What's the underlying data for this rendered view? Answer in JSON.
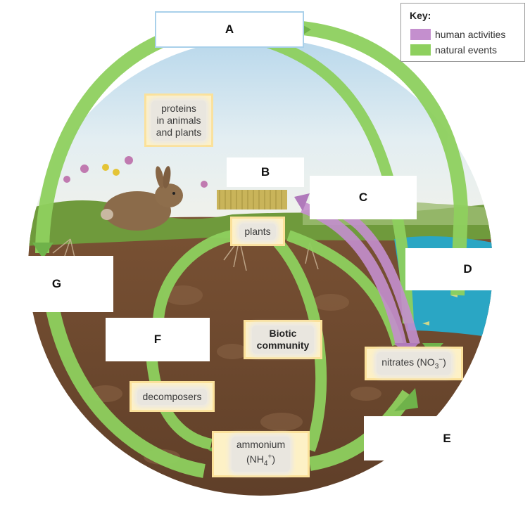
{
  "key": {
    "title": "Key:",
    "items": [
      {
        "label": "human activities",
        "color": "#c48fce"
      },
      {
        "label": "natural events",
        "color": "#8ed05e"
      }
    ]
  },
  "blanks": {
    "a": "A",
    "b": "B",
    "c": "C",
    "d": "D",
    "e": "E",
    "f": "F",
    "g": "G"
  },
  "labels": {
    "proteins": [
      "proteins",
      "in animals",
      "and plants"
    ],
    "plants": "plants",
    "biotic": [
      "Biotic",
      "community"
    ],
    "decomposers": "decomposers",
    "ammonium": {
      "line1": "ammonium",
      "line2": "(NH",
      "sub": "4",
      "sup": "+",
      "close": ")"
    },
    "nitrates": {
      "text": "nitrates (NO",
      "sub": "3",
      "sup": "−",
      "close": ")"
    }
  },
  "colors": {
    "natural": "#8ed05e",
    "human": "#c48fce",
    "sky_top": "#9dc8e6",
    "soil": "#6d4a30",
    "tag_border": "#fbe19a"
  }
}
